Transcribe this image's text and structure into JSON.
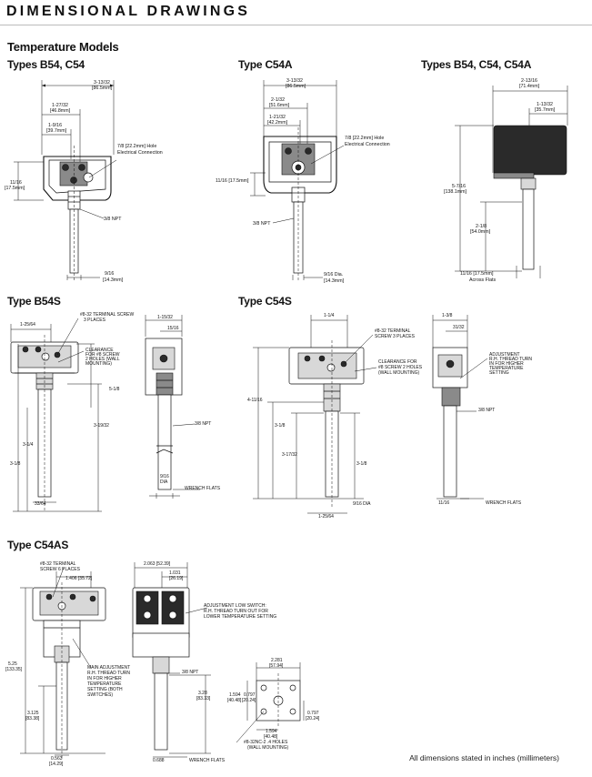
{
  "header": {
    "title": "DIMENSIONAL DRAWINGS"
  },
  "section_title": "Temperature Models",
  "footer_note": "All dimensions stated in inches (millimeters)",
  "panels": {
    "b54_c54": {
      "title": "Types B54, C54",
      "labels": {
        "w_total": "3-13/32",
        "w_total_mm": "[86.5mm]",
        "w_mid": "1-27/32",
        "w_mid_mm": "[46.8mm]",
        "w_small": "1-9/16",
        "w_small_mm": "[39.7mm]",
        "hole": "7/8 [22.2mm] Hole",
        "hole2": "Electrical Connection",
        "h_left": "11/16",
        "h_left_mm": "[17.5mm]",
        "npt": "3/8 NPT",
        "dia": "9/16",
        "dia_mm": "[14.3mm]"
      }
    },
    "c54a": {
      "title": "Type C54A",
      "labels": {
        "w_total": "3-13/32",
        "w_total_mm": "[86.5mm]",
        "w_mid": "2-1/32",
        "w_mid_mm": "[51.6mm]",
        "w_small": "1-21/32",
        "w_small_mm": "[42.2mm]",
        "hole": "7/8 [22.2mm] Hole",
        "hole2": "Electrical Connection",
        "h_left": "11/16 [17.5mm]",
        "npt": "3/8 NPT",
        "dia": "9/16 Dia.",
        "dia_mm": "[14.3mm]"
      }
    },
    "side": {
      "title": "Types B54, C54, C54A",
      "labels": {
        "w_total": "2-13/16",
        "w_total_mm": "[71.4mm]",
        "w_mid": "1-13/32",
        "w_mid_mm": "[35.7mm]",
        "h_total": "5-7/16",
        "h_total_mm": "[138.1mm]",
        "h_stem": "2-1/8",
        "h_stem_mm": "[54.0mm]",
        "flats": "11/16 [17.5mm]",
        "flats2": "Across Flats"
      }
    },
    "b54s": {
      "title": "Type B54S",
      "labels": {
        "w1": "1-25/64",
        "screw": "#8-32 TERMINAL SCREW",
        "screw2": "3 PLACES",
        "clear": "CLEARANCE",
        "clear2": "FOR #8 SCREW",
        "clear3": "2 HOLES (WALL",
        "clear4": "MOUNTING)",
        "h1": "5-1/8",
        "h2": "3-19/32",
        "h3": "3-1/8",
        "h4": "3-1/4",
        "bw": "1-15/32",
        "bw_mm": "",
        "bw2": "15/16",
        "npt": "3/8 NPT",
        "dia": "9/16",
        "dia2": "DIA",
        "bot": "33/64",
        "flats": "WRENCH FLATS"
      }
    },
    "c54s": {
      "title": "Type C54S",
      "labels": {
        "w1": "1-1/4",
        "screw": "#8-32 TERMINAL",
        "screw2": "SCREW 3 PLACES",
        "clear": "CLEARANCE FOR",
        "clear2": "#8 SCREW 2 HOLES",
        "clear3": "(WALL MOUNTING)",
        "h1": "4-11/16",
        "h2": "3-1/8",
        "h3": "3-17/32",
        "h4": "3-1/8",
        "bw": "1-3/8",
        "bw2": "31/32",
        "adj": "ADJUSTMENT",
        "adj2": "R.H. THREAD TURN",
        "adj3": "IN FOR HIGHER",
        "adj4": "TEMPERATURE",
        "adj5": "SETTING",
        "npt": "3/8 NPT",
        "dia": "9/16 DIA",
        "bot": "1-25/64",
        "flats": "11/16",
        "flats2": "WRENCH FLATS"
      }
    },
    "c54as": {
      "title": "Type C54AS",
      "labels": {
        "screw": "#8-32 TERMINAL",
        "screw2": "SCREW 6 PLACES",
        "w1": "1.406 [35.72]",
        "w2": "2.063 [52.39]",
        "w3": "1.031",
        "w3_mm": "[26.19]",
        "adj": "ADJUSTMENT LOW SWITCH:",
        "adj2": "R.H. THREAD TURN OUT FOR",
        "adj3": "LOWER TEMPERATURE SETTING",
        "main": "MAIN ADJUSTMENT",
        "main2": "R.H. THREAD TURN",
        "main3": "IN FOR HIGHER",
        "main4": "TEMPERATURE",
        "main5": "SETTING (BOTH",
        "main6": "SWITCHES)",
        "h1": "5.25",
        "h1_mm": "[133.35]",
        "h2": "3.125",
        "h2_mm": "[83.38]",
        "h3": "3.28",
        "h3_mm": "[83.33]",
        "npt": "3/8 NPT",
        "d1": "0.563",
        "d1_mm": "[14.29]",
        "d2": "0.688",
        "flats": "WRENCH FLATS",
        "p_w": "2.281",
        "p_w_mm": "[57.94]",
        "p_a": "1.594",
        "p_a_mm": "[40.48]",
        "p_b": "0.797",
        "p_b_mm": "[20.24]",
        "p_c": "0.797",
        "p_c_mm": "[20.24]",
        "p_d": "1.594",
        "p_d_mm": "[40.48]",
        "holes": "#8-32NC-2 .4 HOLES",
        "holes2": "(WALL MOUNTING)"
      }
    }
  }
}
